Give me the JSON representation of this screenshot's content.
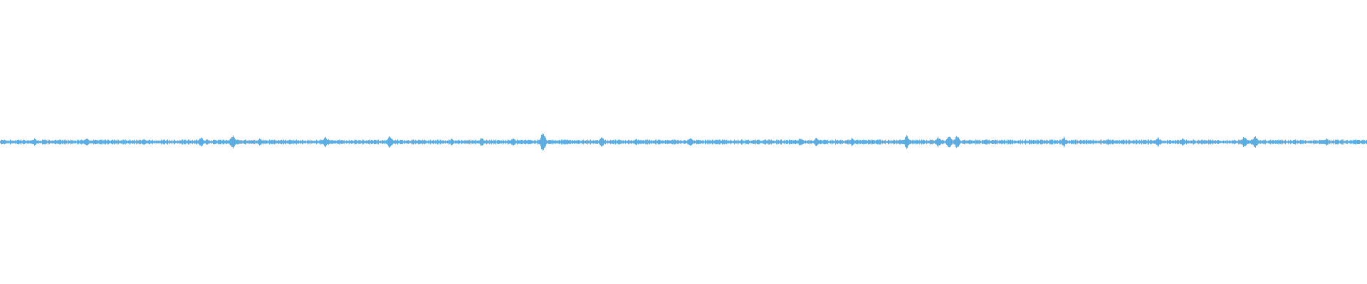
{
  "waveform": {
    "color": "#5dade2",
    "background": "#ffffff",
    "baseline_amplitude": 0.012,
    "peaks": [
      {
        "pos": 0.025,
        "amp": 0.03
      },
      {
        "pos": 0.063,
        "amp": 0.035
      },
      {
        "pos": 0.105,
        "amp": 0.025
      },
      {
        "pos": 0.147,
        "amp": 0.045
      },
      {
        "pos": 0.17,
        "amp": 0.06
      },
      {
        "pos": 0.19,
        "amp": 0.03
      },
      {
        "pos": 0.238,
        "amp": 0.04
      },
      {
        "pos": 0.285,
        "amp": 0.05
      },
      {
        "pos": 0.33,
        "amp": 0.025
      },
      {
        "pos": 0.352,
        "amp": 0.035
      },
      {
        "pos": 0.375,
        "amp": 0.03
      },
      {
        "pos": 0.397,
        "amp": 0.095
      },
      {
        "pos": 0.44,
        "amp": 0.04
      },
      {
        "pos": 0.465,
        "amp": 0.025
      },
      {
        "pos": 0.505,
        "amp": 0.03
      },
      {
        "pos": 0.585,
        "amp": 0.03
      },
      {
        "pos": 0.597,
        "amp": 0.035
      },
      {
        "pos": 0.623,
        "amp": 0.03
      },
      {
        "pos": 0.663,
        "amp": 0.055
      },
      {
        "pos": 0.686,
        "amp": 0.045
      },
      {
        "pos": 0.694,
        "amp": 0.05
      },
      {
        "pos": 0.7,
        "amp": 0.055
      },
      {
        "pos": 0.778,
        "amp": 0.04
      },
      {
        "pos": 0.81,
        "amp": 0.025
      },
      {
        "pos": 0.847,
        "amp": 0.035
      },
      {
        "pos": 0.865,
        "amp": 0.03
      },
      {
        "pos": 0.91,
        "amp": 0.045
      },
      {
        "pos": 0.918,
        "amp": 0.055
      },
      {
        "pos": 0.97,
        "amp": 0.03
      }
    ]
  }
}
